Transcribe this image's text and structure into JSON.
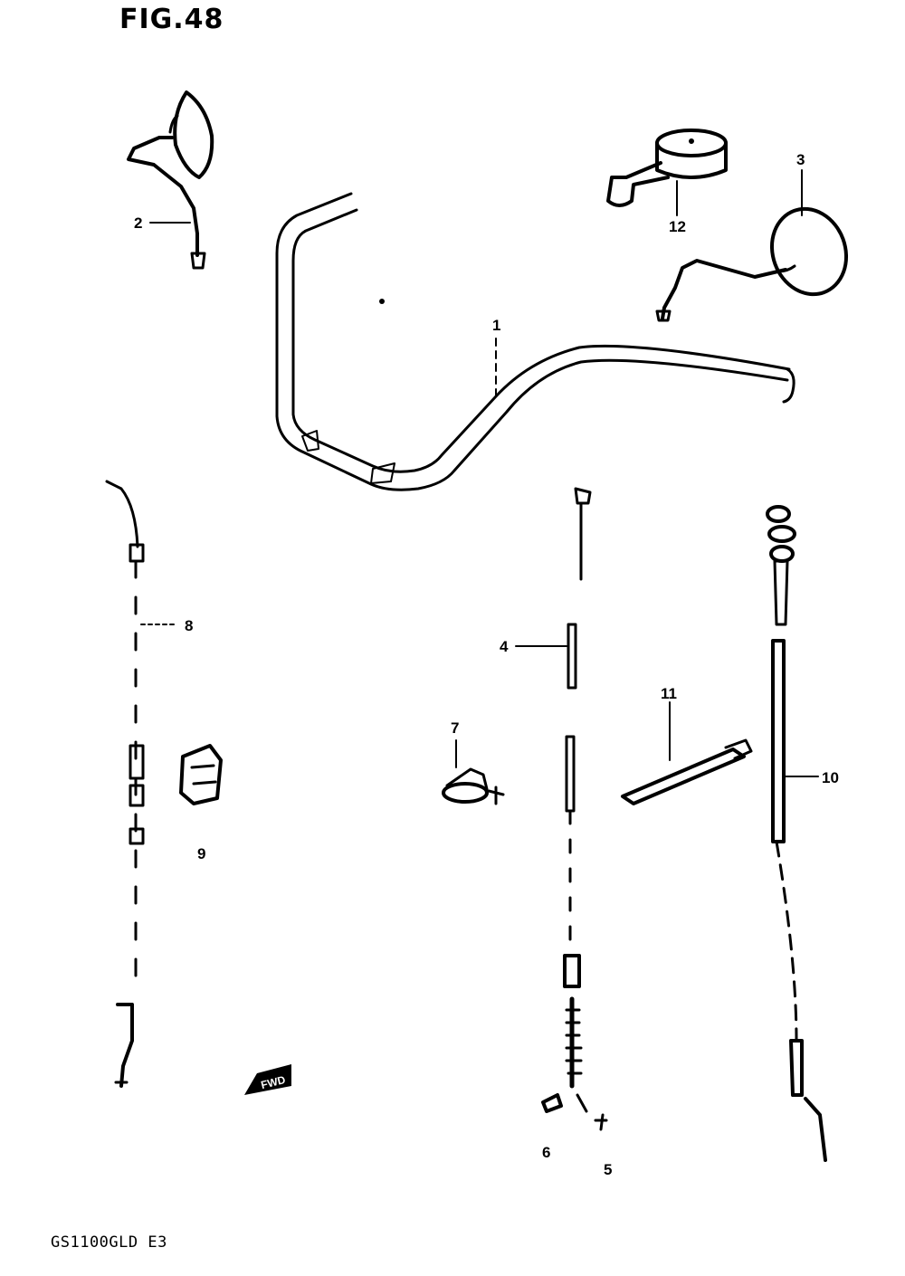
{
  "figure_title": "FIG.48",
  "model_code": "GS1100GLD E3",
  "arrow_label": "FWD",
  "callouts": [
    "1",
    "2",
    "3",
    "4",
    "5",
    "6",
    "7",
    "8",
    "9",
    "10",
    "11",
    "12"
  ]
}
